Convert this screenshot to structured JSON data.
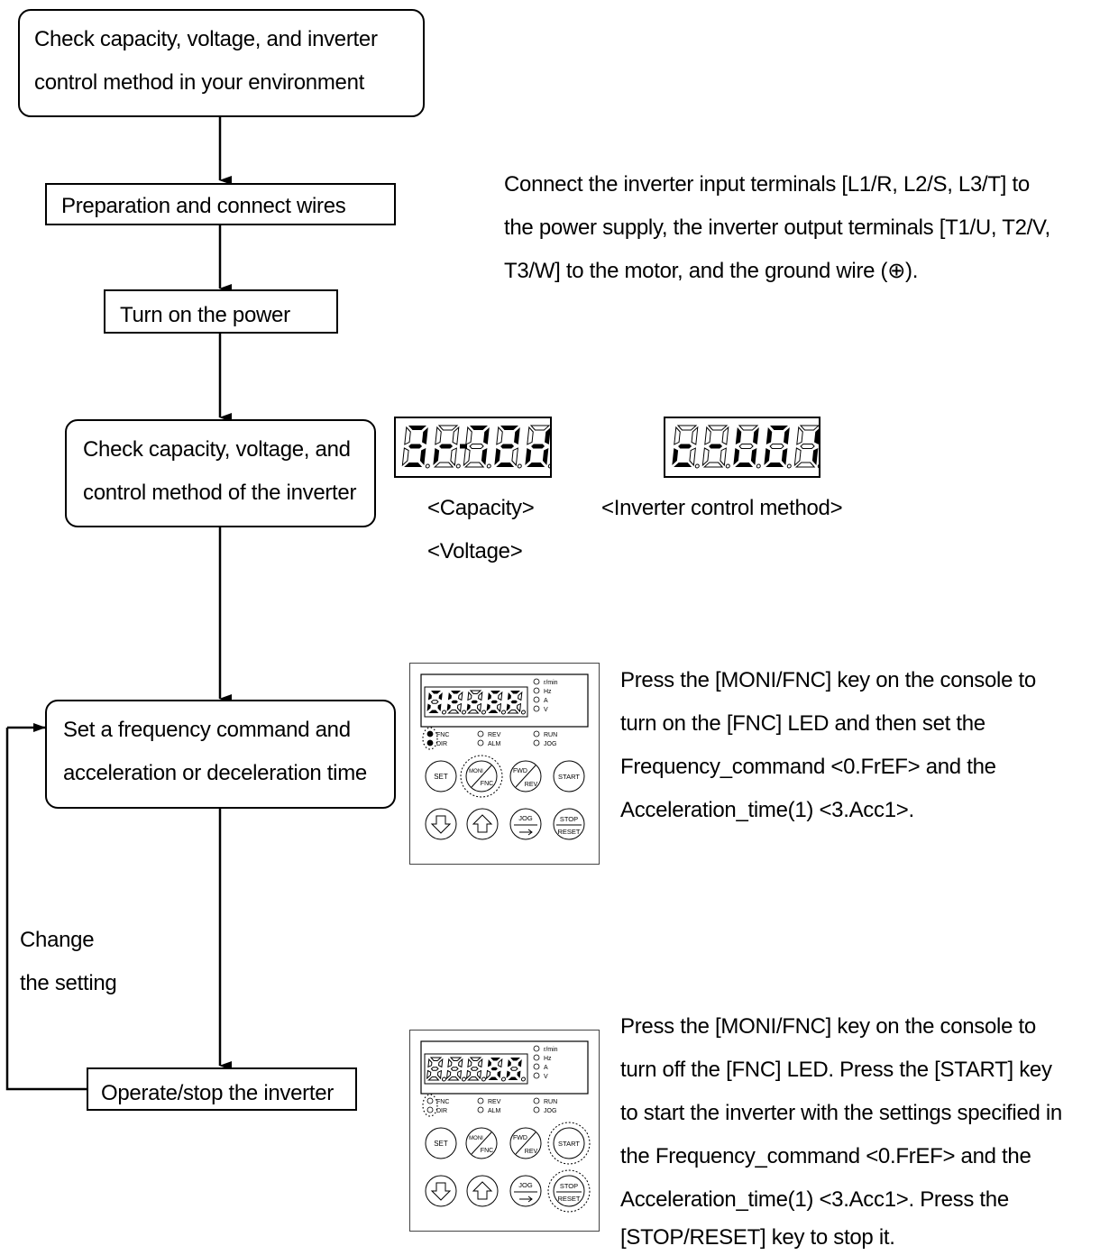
{
  "flow": {
    "step1": [
      "Check capacity, voltage, and inverter",
      "control method in your environment"
    ],
    "step2": [
      "Preparation and connect wires"
    ],
    "step3": [
      "Turn on the power"
    ],
    "step4": [
      "Check capacity, voltage, and",
      "control method of the inverter"
    ],
    "step5": [
      "Set a frequency command and",
      "acceleration or deceleration time"
    ],
    "step6": [
      "Operate/stop the inverter"
    ],
    "loop": [
      "Change",
      "the setting"
    ]
  },
  "notes": {
    "wiring": [
      "Connect the inverter input terminals [L1/R, L2/S, L3/T] to",
      "the power supply, the inverter output terminals [T1/U, T2/V,",
      "T3/W] to the motor, and the ground wire (⊕)."
    ],
    "set_freq": [
      "Press the [MONI/FNC] key on the console to",
      "turn on the [FNC] LED and then set the",
      "Frequency_command <0.FrEF> and the",
      "Acceleration_time(1) <3.Acc1>."
    ],
    "operate": [
      "Press the [MONI/FNC] key on the console to",
      "turn off the [FNC] LED. Press the [START] key",
      "to start the inverter with the settings specified in",
      "the Frequency_command <0.FrEF> and the",
      "Acceleration_time(1) <3.Acc1>. Press the",
      "[STOP/RESET] key to stop it."
    ]
  },
  "displays": {
    "capacity_code": "3r-72d",
    "method_code": "c-U01",
    "capacity_label": "<Capacity>",
    "voltage_label": "<Voltage>",
    "method_label": "<Inverter control method>"
  },
  "console": {
    "screen1": "0FrEF",
    "screen2": "50",
    "units": [
      "r/min",
      "Hz",
      "A",
      "V"
    ],
    "leds_left": [
      "FNC",
      "DIR"
    ],
    "leds_mid": [
      "REV",
      "ALM"
    ],
    "leds_right": [
      "RUN",
      "JOG"
    ],
    "keys": {
      "set": "SET",
      "moni": "MONI",
      "fnc": "FNC",
      "fwd": "FWD",
      "rev": "REV",
      "start": "START",
      "jog": "JOG",
      "stop": "STOP",
      "reset": "RESET"
    }
  },
  "colors": {
    "line": "#000000",
    "panel_border": "#444444"
  }
}
